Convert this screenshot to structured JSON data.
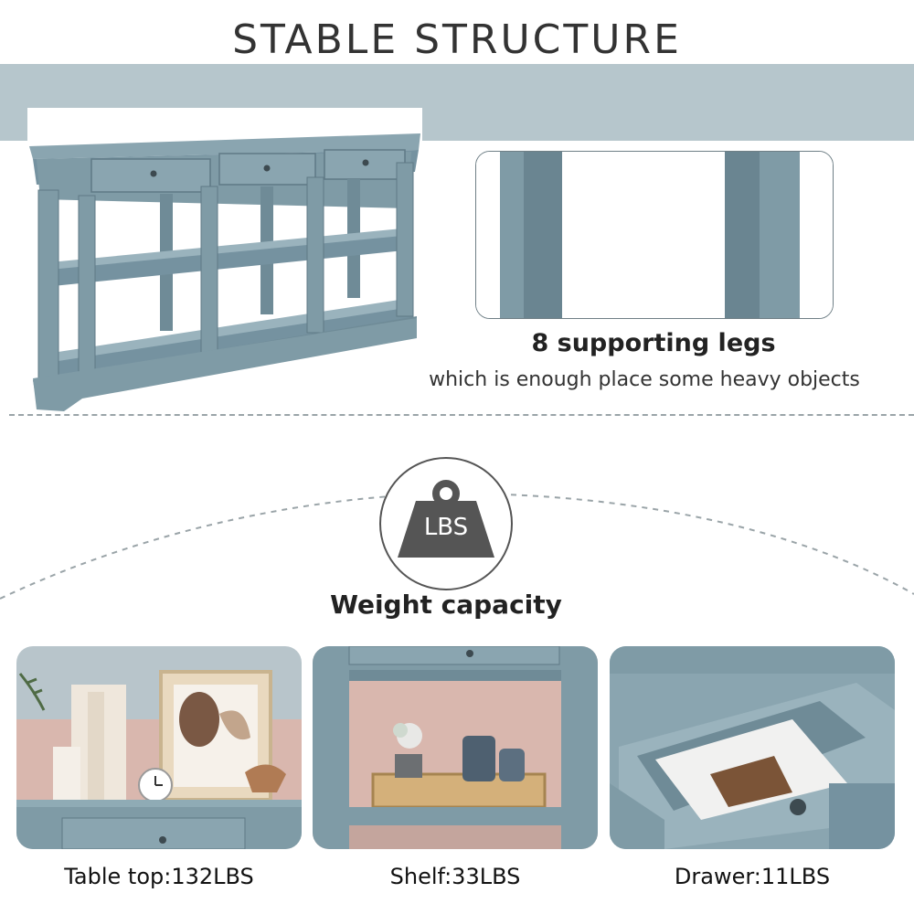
{
  "header": {
    "title": "STABLE STRUCTURE"
  },
  "legs": {
    "title": "8 supporting legs",
    "subtitle": "which is enough place some heavy objects"
  },
  "weight": {
    "icon_text": "LBS",
    "label": "Weight capacity"
  },
  "capacities": [
    {
      "label": "Table top:132LBS"
    },
    {
      "label": "Shelf:33LBS"
    },
    {
      "label": "Drawer:11LBS"
    }
  ],
  "colors": {
    "furniture": "#7f9ba6",
    "furniture_dark": "#6a8591",
    "band": "#b6c6cc",
    "wall_pink": "#d9b7ae",
    "icon_gray": "#555555"
  }
}
